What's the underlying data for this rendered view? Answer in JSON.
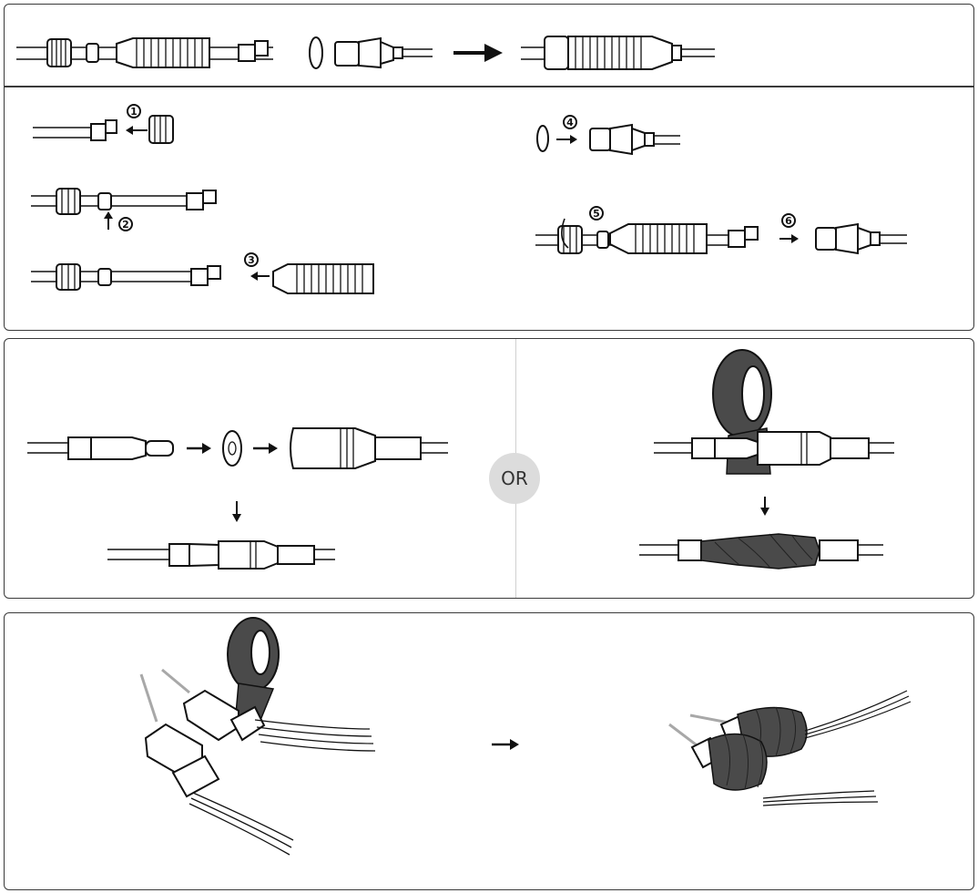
{
  "or_label": "OR",
  "steps": [
    "1",
    "2",
    "3",
    "4",
    "5",
    "6"
  ],
  "colors": {
    "stroke": "#111111",
    "panel_border": "#3a3a3a",
    "tape": "#4a4a4a",
    "or_badge": "#dcdcdc",
    "wire_grey": "#a8a8a8"
  },
  "icons": [
    "right-arrow-icon",
    "left-arrow-icon",
    "down-arrow-icon",
    "up-arrow-icon",
    "rotate-arrow-icon"
  ]
}
